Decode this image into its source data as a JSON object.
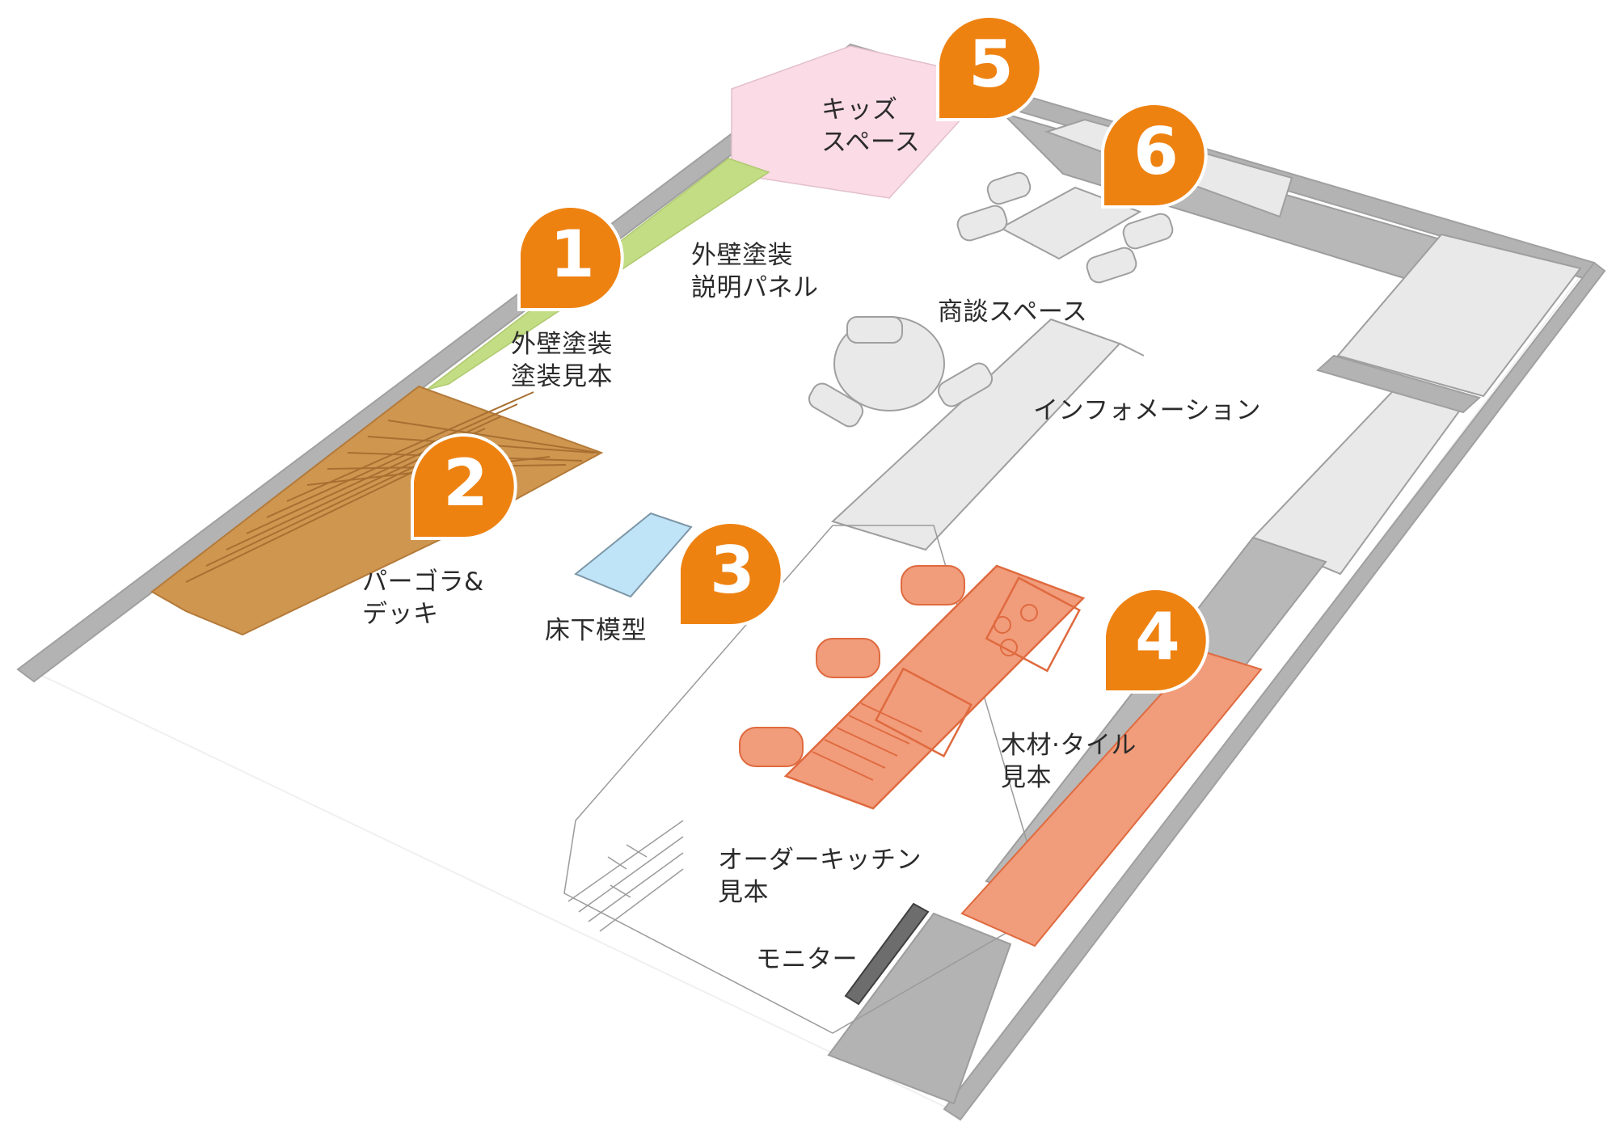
{
  "colors": {
    "wall": "#b3b3b3",
    "wall_stroke": "#a4a4a4",
    "floor": "#ffffff",
    "fixture": "#e9e9e9",
    "fixture_stroke": "#9f9f9f",
    "pin": "#ee8211",
    "deck": "#cf9650",
    "kids_space": "#fadbe6",
    "green_panel": "#c3dd85",
    "floor_model": "#bfe3f7",
    "kitchen": "#f19c7b",
    "kitchen_stroke": "#df6a3f"
  },
  "pins": [
    {
      "number": "1"
    },
    {
      "number": "2"
    },
    {
      "number": "3"
    },
    {
      "number": "4"
    },
    {
      "number": "5"
    },
    {
      "number": "6"
    }
  ],
  "labels": {
    "exterior_panel": "外壁塗装\n説明パネル",
    "exterior_samples": "外壁塗装\n塗装見本",
    "kids_space": "キッズ\nスペース",
    "meeting_space": "商談スペース",
    "information": "インフォメーション",
    "pergola_deck": "パーゴラ&\nデッキ",
    "underfloor_model": "床下模型",
    "wood_tile_samples": "木材·タイル\n見本",
    "custom_kitchen": "オーダーキッチン\n見本",
    "monitor": "モニター"
  }
}
